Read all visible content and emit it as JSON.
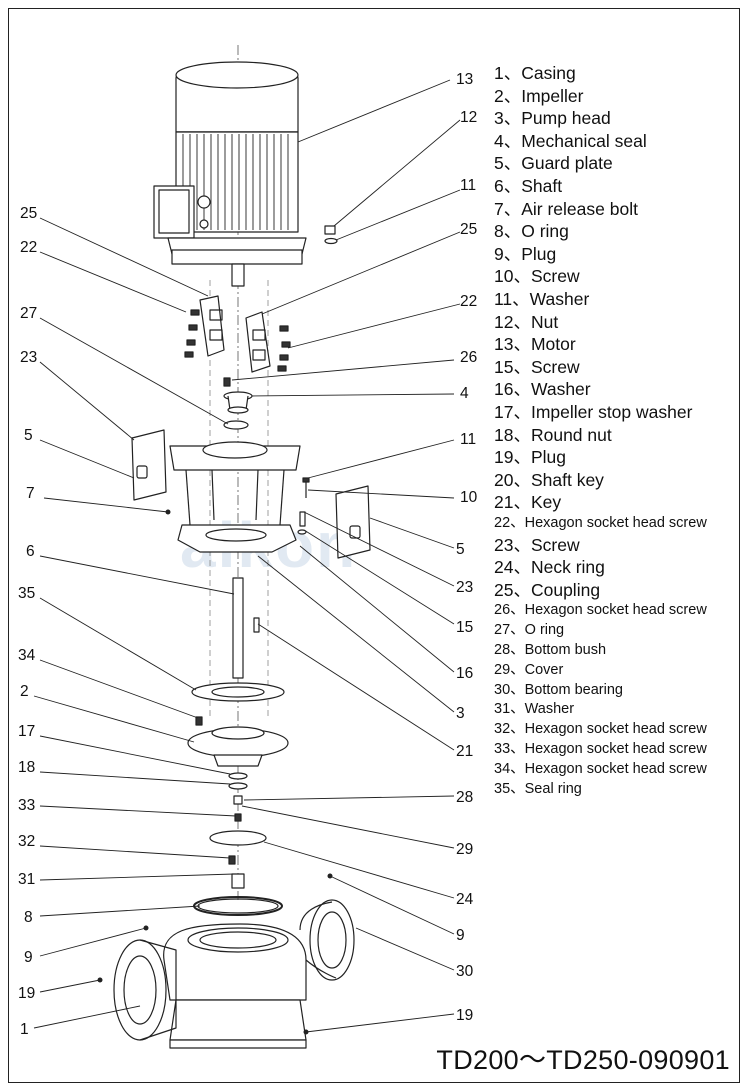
{
  "parts": [
    {
      "no": "1",
      "name": "Casing"
    },
    {
      "no": "2",
      "name": "Impeller"
    },
    {
      "no": "3",
      "name": "Pump head"
    },
    {
      "no": "4",
      "name": "Mechanical seal"
    },
    {
      "no": "5",
      "name": "Guard plate"
    },
    {
      "no": "6",
      "name": "Shaft"
    },
    {
      "no": "7",
      "name": "Air release bolt"
    },
    {
      "no": "8",
      "name": "O ring"
    },
    {
      "no": "9",
      "name": "Plug"
    },
    {
      "no": "10",
      "name": "Screw"
    },
    {
      "no": "11",
      "name": "Washer"
    },
    {
      "no": "12",
      "name": "Nut"
    },
    {
      "no": "13",
      "name": "Motor"
    },
    {
      "no": "15",
      "name": "Screw"
    },
    {
      "no": "16",
      "name": "Washer"
    },
    {
      "no": "17",
      "name": "Impeller stop washer"
    },
    {
      "no": "18",
      "name": "Round nut"
    },
    {
      "no": "19",
      "name": "Plug"
    },
    {
      "no": "20",
      "name": "Shaft key"
    },
    {
      "no": "21",
      "name": "Key"
    },
    {
      "no": "22",
      "name": "Hexagon socket head screw"
    },
    {
      "no": "23",
      "name": "Screw"
    },
    {
      "no": "24",
      "name": "Neck ring"
    },
    {
      "no": "25",
      "name": "Coupling"
    },
    {
      "no": "26",
      "name": "Hexagon socket head screw"
    },
    {
      "no": "27",
      "name": "O ring"
    },
    {
      "no": "28",
      "name": "Bottom bush"
    },
    {
      "no": "29",
      "name": "Cover"
    },
    {
      "no": "30",
      "name": "Bottom bearing"
    },
    {
      "no": "31",
      "name": "Washer"
    },
    {
      "no": "32",
      "name": "Hexagon socket head screw"
    },
    {
      "no": "33",
      "name": "Hexagon socket head screw"
    },
    {
      "no": "34",
      "name": "Hexagon socket head screw"
    },
    {
      "no": "35",
      "name": "Seal ring"
    }
  ],
  "separator": "、",
  "model_code": "TD200～TD250-090901",
  "watermark": "aikon",
  "callouts_left": [
    "25",
    "22",
    "27",
    "23",
    "5",
    "7",
    "6",
    "35",
    "34",
    "2",
    "17",
    "18",
    "33",
    "32",
    "31",
    "8",
    "9",
    "19",
    "1"
  ],
  "callouts_right": [
    "13",
    "12",
    "11",
    "25",
    "22",
    "26",
    "4",
    "11",
    "10",
    "5",
    "23",
    "15",
    "16",
    "3",
    "21",
    "28",
    "29",
    "24",
    "9",
    "30",
    "19"
  ]
}
